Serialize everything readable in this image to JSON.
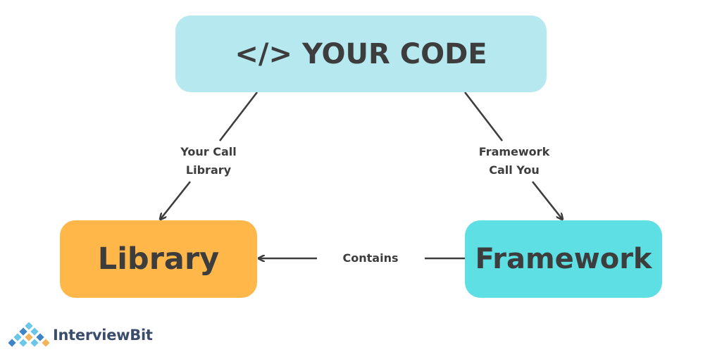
{
  "nodes": {
    "your_code": "</> YOUR CODE",
    "library": "Library",
    "framework": "Framework"
  },
  "edges": {
    "code_to_library": [
      "Your Call",
      "Library"
    ],
    "code_to_framework": [
      "Framework",
      "Call You"
    ],
    "framework_to_library": "Contains"
  },
  "brand": {
    "name": "InterviewBit"
  },
  "colors": {
    "code_box": "#b6e9ef",
    "library_box": "#ffb74a",
    "framework_box": "#5ddfe3",
    "text": "#3d3d3d",
    "arrow": "#3d3d3d"
  }
}
